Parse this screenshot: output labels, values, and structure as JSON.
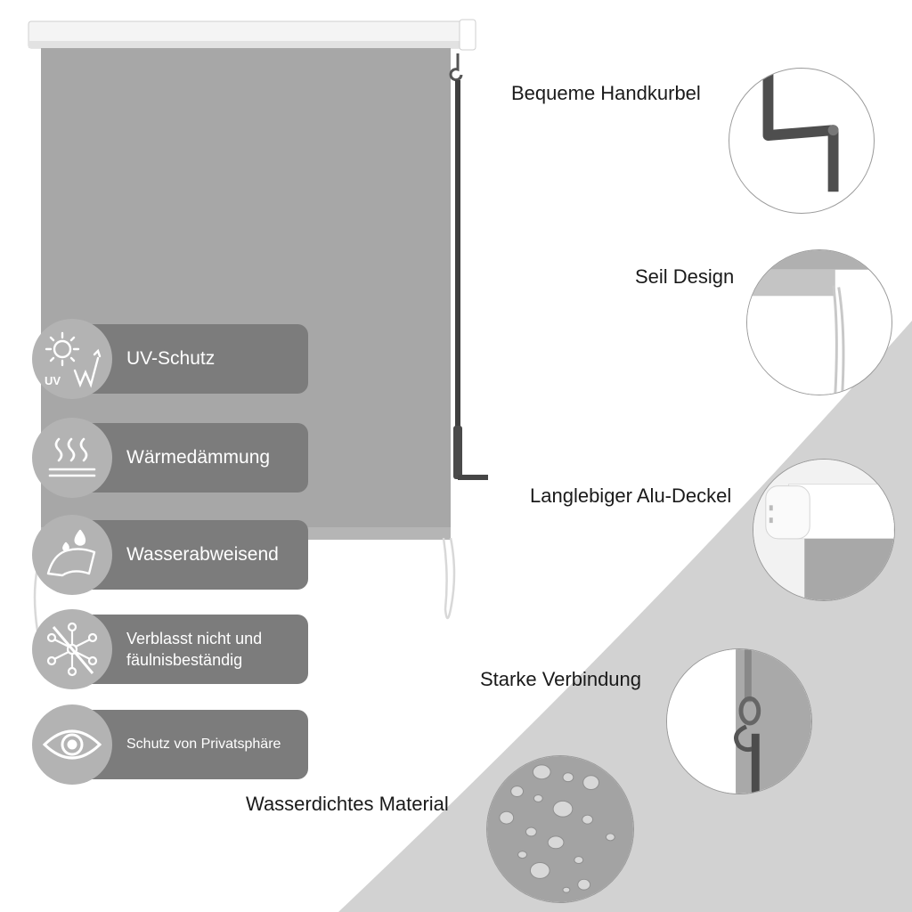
{
  "colors": {
    "fabric": "#a7a7a7",
    "pill": "#7c7c7c",
    "badge": "#b3b3b3",
    "swoosh": "#d2d2d2",
    "text_dark": "#1a1a1a",
    "text_light": "#ffffff"
  },
  "features": [
    {
      "label": "UV-Schutz",
      "icon": "uv-sun-icon"
    },
    {
      "label": "Wärmedämmung",
      "icon": "heat-waves-icon"
    },
    {
      "label": "Wasserabweisend",
      "icon": "water-drop-icon"
    },
    {
      "label": "Verblasst nicht und fäulnisbeständig",
      "icon": "molecule-icon"
    },
    {
      "label": "Schutz von Privatsphäre",
      "icon": "eye-icon"
    }
  ],
  "callouts": {
    "crank": "Bequeme Handkurbel",
    "rope": "Seil Design",
    "cover": "Langlebiger Alu-Deckel",
    "connection": "Starke Verbindung",
    "material": "Wasserdichtes Material"
  }
}
